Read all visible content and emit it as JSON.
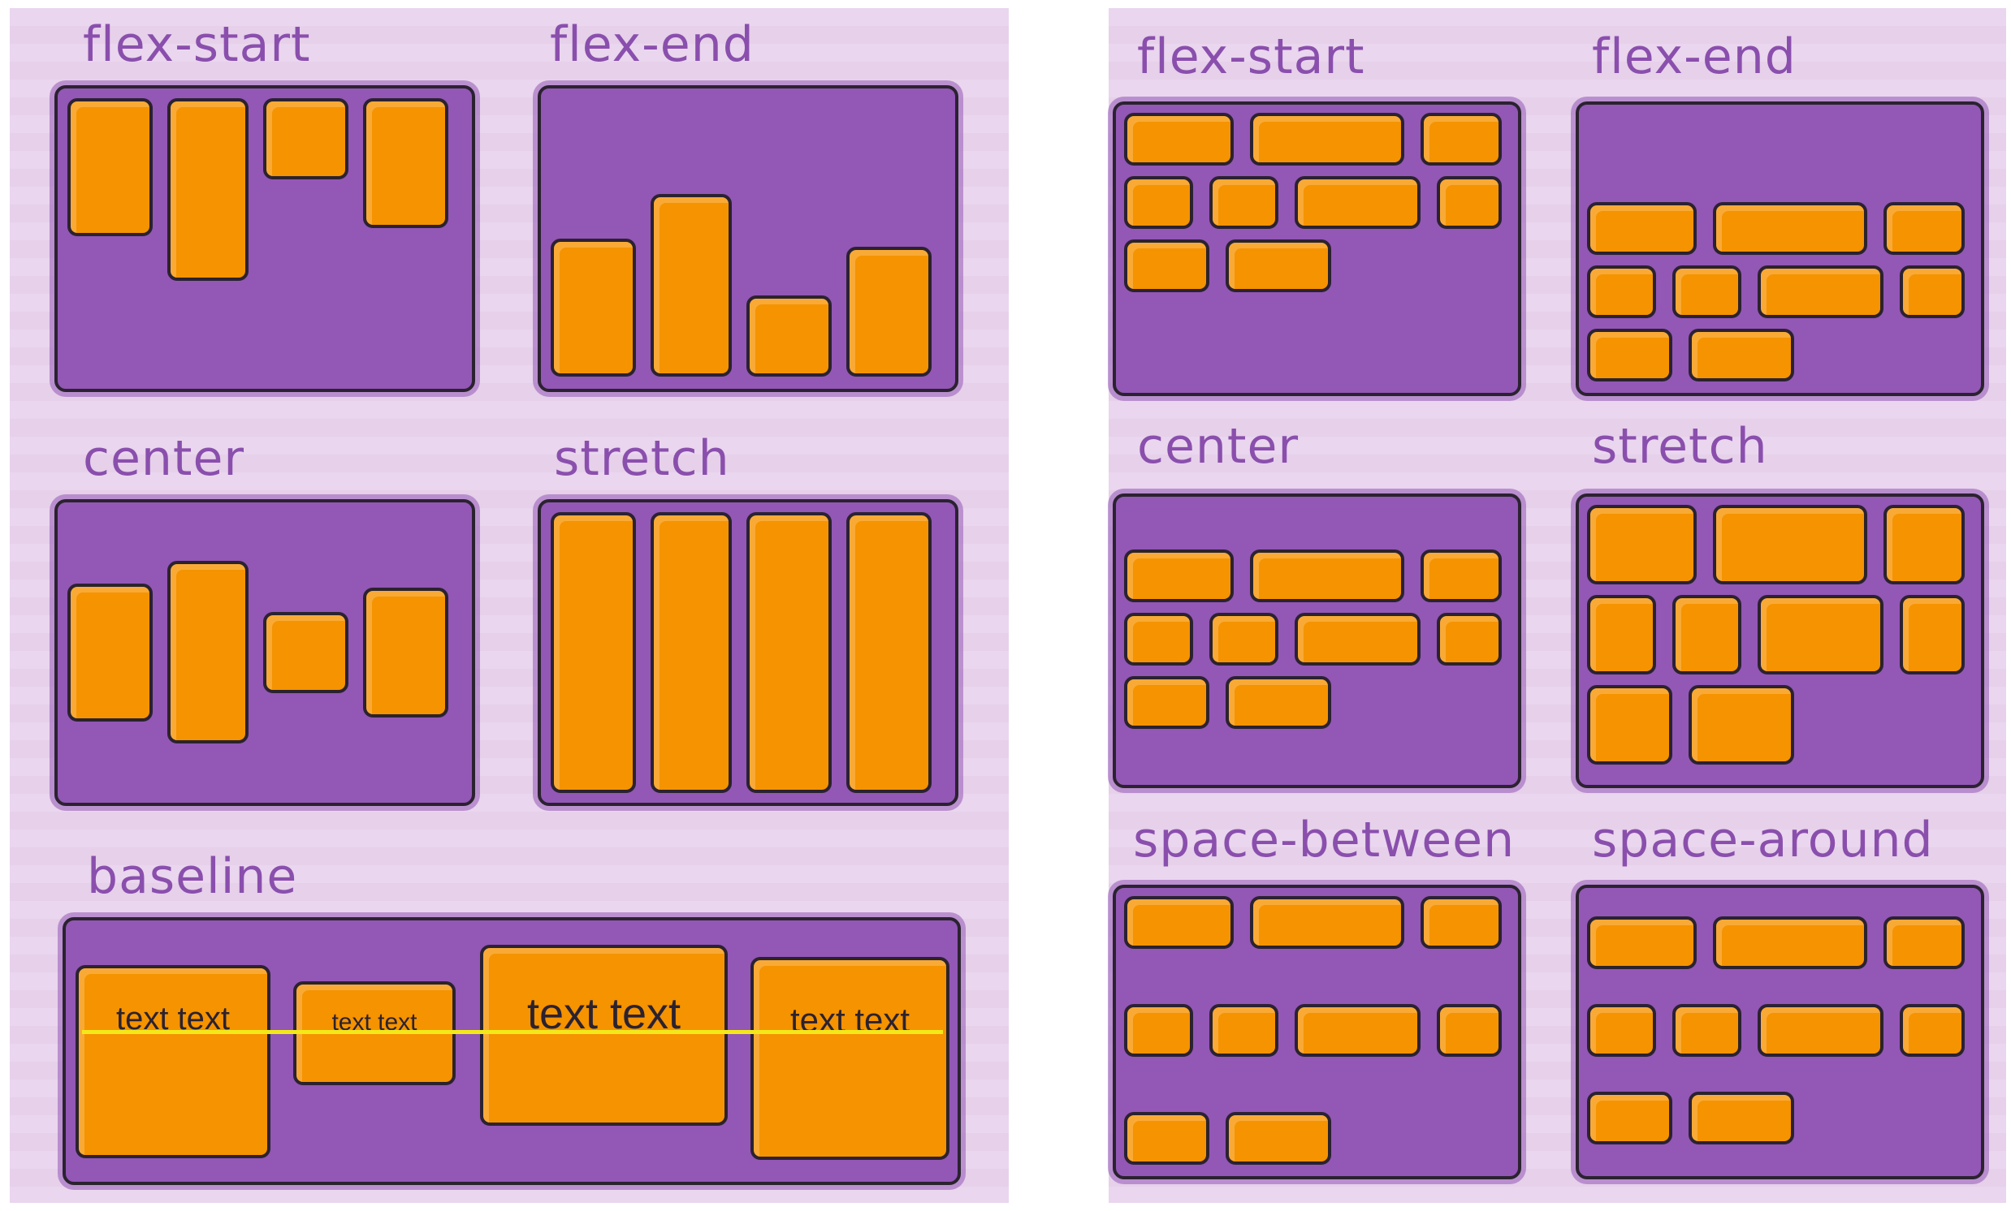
{
  "align_items": {
    "flex_start": "flex-start",
    "flex_end": "flex-end",
    "center": "center",
    "stretch": "stretch",
    "baseline": "baseline",
    "baseline_items": [
      "text text",
      "text text",
      "text text",
      "text text"
    ]
  },
  "align_content": {
    "flex_start": "flex-start",
    "flex_end": "flex-end",
    "center": "center",
    "stretch": "stretch",
    "space_between": "space-between",
    "space_around": "space-around"
  },
  "colors": {
    "background": "#ead6ee",
    "label": "#8a4fad",
    "container": "#9357b6",
    "item": "#f59300",
    "outline": "#2b2230",
    "baseline": "#f2e81a"
  }
}
